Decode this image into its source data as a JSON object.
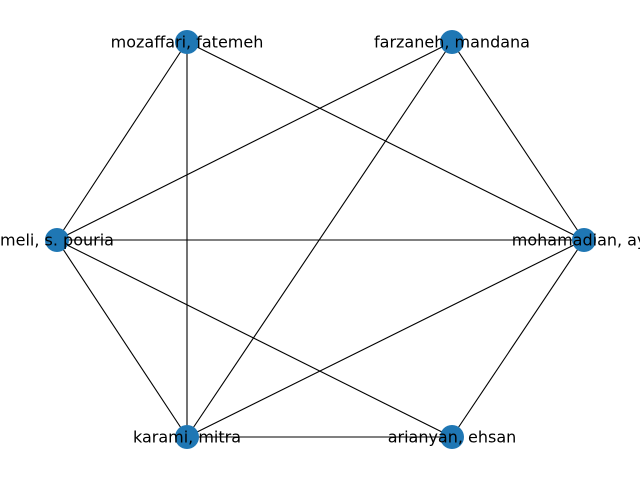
{
  "graph": {
    "node_color": "#1f77b4",
    "edge_color": "#000000",
    "nodes": [
      {
        "id": "mozaffari",
        "label": "mozaffari, fatemeh"
      },
      {
        "id": "farzaneh",
        "label": "farzaneh, mandana"
      },
      {
        "id": "meli",
        "label": "meli, s. pouria"
      },
      {
        "id": "mohamadian",
        "label": "mohamadian, ayo"
      },
      {
        "id": "karami",
        "label": "karami, mitra"
      },
      {
        "id": "arianyan",
        "label": "arianyan, ehsan"
      }
    ],
    "edges": [
      [
        "mozaffari",
        "meli"
      ],
      [
        "mozaffari",
        "karami"
      ],
      [
        "mozaffari",
        "mohamadian"
      ],
      [
        "farzaneh",
        "meli"
      ],
      [
        "farzaneh",
        "karami"
      ],
      [
        "farzaneh",
        "mohamadian"
      ],
      [
        "meli",
        "mohamadian"
      ],
      [
        "meli",
        "karami"
      ],
      [
        "meli",
        "arianyan"
      ],
      [
        "mohamadian",
        "karami"
      ],
      [
        "mohamadian",
        "arianyan"
      ],
      [
        "karami",
        "arianyan"
      ]
    ]
  }
}
